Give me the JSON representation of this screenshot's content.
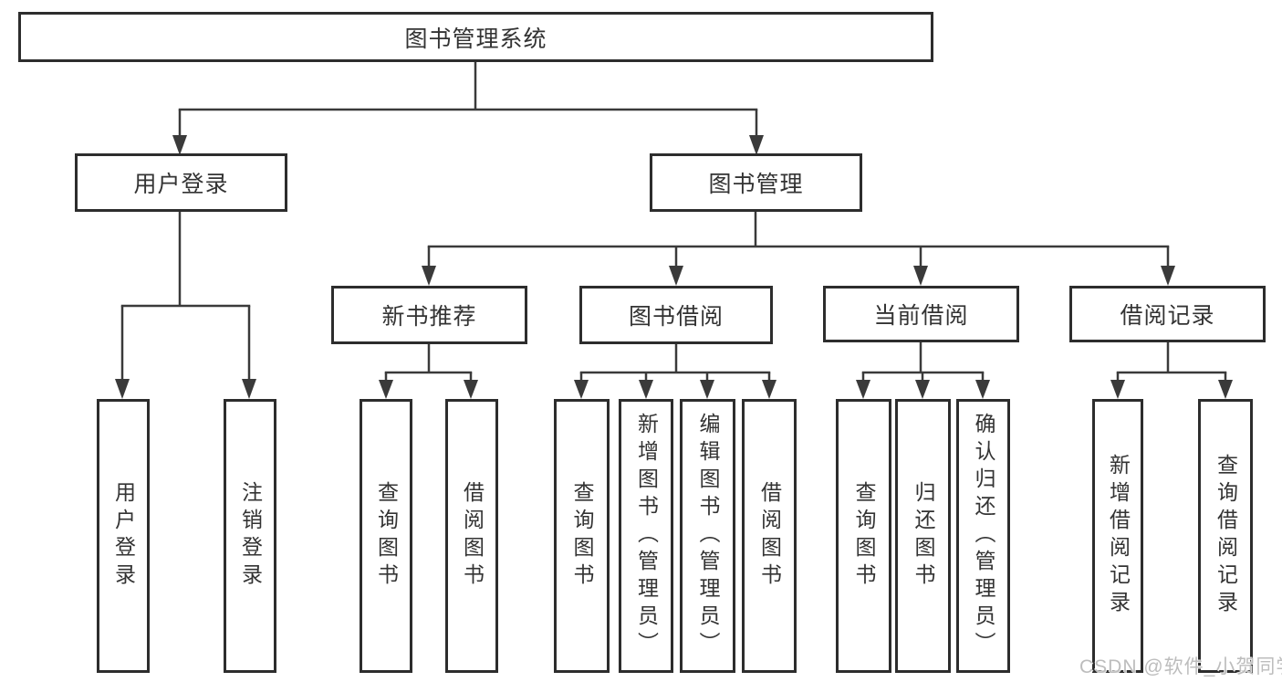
{
  "tree": {
    "label": "图书管理系统",
    "children": [
      {
        "label": "用户登录",
        "children": [
          {
            "label": "用户登录"
          },
          {
            "label": "注销登录"
          }
        ]
      },
      {
        "label": "图书管理",
        "children": [
          {
            "label": "新书推荐",
            "children": [
              {
                "label": "查询图书"
              },
              {
                "label": "借阅图书"
              }
            ]
          },
          {
            "label": "图书借阅",
            "children": [
              {
                "label": "查询图书"
              },
              {
                "label": "新增图书（管理员）"
              },
              {
                "label": "编辑图书（管理员）"
              },
              {
                "label": "借阅图书"
              }
            ]
          },
          {
            "label": "当前借阅",
            "children": [
              {
                "label": "查询图书"
              },
              {
                "label": "归还图书"
              },
              {
                "label": "确认归还（管理员）"
              }
            ]
          },
          {
            "label": "借阅记录",
            "children": [
              {
                "label": "新增借阅记录"
              },
              {
                "label": "查询借阅记录"
              }
            ]
          }
        ]
      }
    ]
  },
  "watermark": {
    "text": "CSDN @软件_小贺同学"
  },
  "colors": {
    "background": "#ffffff",
    "box_border": "#2d2d2d",
    "connector": "#3a3a3a",
    "text": "#333333",
    "watermark": "#bdbdbd"
  }
}
